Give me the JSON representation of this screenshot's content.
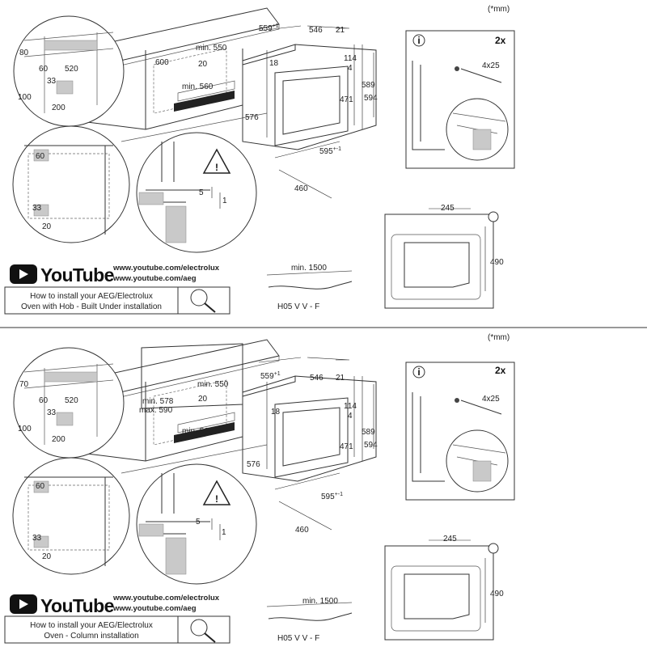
{
  "unit_note": "(*mm)",
  "sections": [
    {
      "id": "built-under",
      "youtube": {
        "logo_text": "YouTube",
        "url_1": "www.youtube.com/electrolux",
        "url_2": "www.youtube.com/aeg",
        "caption_line_1": "How to install your AEG/Electrolux",
        "caption_line_2": "Oven with Hob - Built Under installation"
      },
      "cabinet_dims": {
        "d80": "80",
        "d60": "60",
        "d520": "520",
        "d33": "33",
        "d100": "100",
        "d200": "200",
        "d600": "600",
        "min550": "min. 550",
        "d20": "20",
        "min560": "min. 560"
      },
      "detail_dims": {
        "d60": "60",
        "d33": "33",
        "d20": "20"
      },
      "section_dims": {
        "d5": "5",
        "d1": "1"
      },
      "oven_dims": {
        "d559": "559",
        "d559_sup": "+1",
        "d546": "546",
        "d21": "21",
        "d18": "18",
        "d114": "114",
        "d4": "4",
        "d589": "589",
        "d594": "594",
        "d471": "471",
        "d576": "576",
        "d595": "595",
        "d595_sup": "+-1",
        "d460": "460"
      },
      "info": {
        "count": "2x",
        "screw": "4x25"
      },
      "front_dims": {
        "d245": "245",
        "d490": "490"
      },
      "cable": {
        "length": "min. 1500",
        "type": "H05 V V - F"
      }
    },
    {
      "id": "column",
      "youtube": {
        "logo_text": "YouTube",
        "url_1": "www.youtube.com/electrolux",
        "url_2": "www.youtube.com/aeg",
        "caption_line_1": "How to install your AEG/Electrolux",
        "caption_line_2": "Oven - Column installation"
      },
      "cabinet_dims": {
        "d70": "70",
        "d60": "60",
        "d520": "520",
        "d33": "33",
        "d100": "100",
        "d200": "200",
        "min578": "min. 578",
        "max590": "max. 590",
        "min550": "min. 550",
        "d20": "20",
        "min560": "min. 560"
      },
      "detail_dims": {
        "d60": "60",
        "d33": "33",
        "d20": "20"
      },
      "section_dims": {
        "d5": "5",
        "d1": "1"
      },
      "oven_dims": {
        "d559": "559",
        "d559_sup": "+1",
        "d546": "546",
        "d21": "21",
        "d18": "18",
        "d114": "114",
        "d4": "4",
        "d589": "589",
        "d594": "594",
        "d471": "471",
        "d576": "576",
        "d595": "595",
        "d595_sup": "+-1",
        "d460": "460"
      },
      "info": {
        "count": "2x",
        "screw": "4x25"
      },
      "front_dims": {
        "d245": "245",
        "d490": "490"
      },
      "cable": {
        "length": "min. 1500",
        "type": "H05 V V - F"
      }
    }
  ]
}
